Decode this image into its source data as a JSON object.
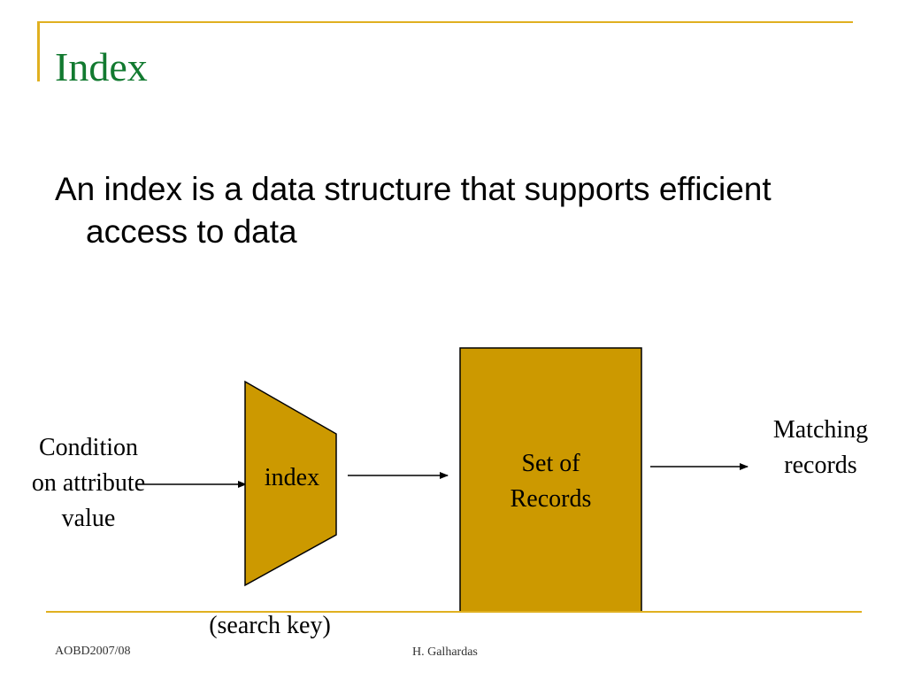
{
  "slide": {
    "title": "Index",
    "body": "An index is a data structure that supports efficient access to data"
  },
  "diagram": {
    "input_label": "Condition on attribute value",
    "index_label": "index",
    "search_key_label": "(search key)",
    "records_label": "Set of Records",
    "output_label": "Matching records",
    "box_fill": "#cc9900",
    "box_stroke": "#000000"
  },
  "footer": {
    "left": "AOBD2007/08",
    "center": "H. Galhardas"
  },
  "theme": {
    "title_color": "#127a30",
    "accent_line": "#e0b020"
  }
}
